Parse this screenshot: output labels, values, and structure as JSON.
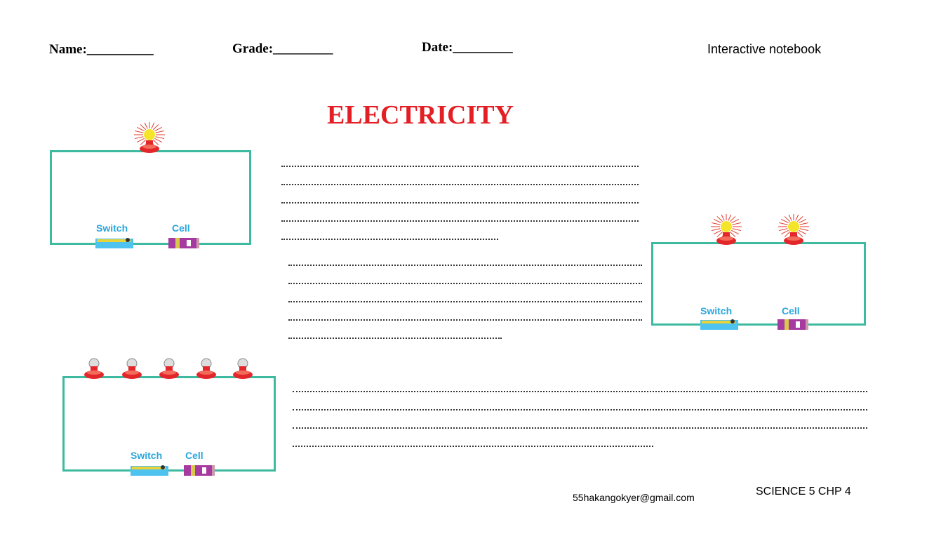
{
  "header": {
    "name_label": "Name:__________",
    "grade_label": "Grade:_________",
    "date_label": "Date:_________",
    "notebook_label": "Interactive notebook"
  },
  "title": "ELECTRICITY",
  "circuits": {
    "switch_label": "Switch",
    "cell_label": "Cell"
  },
  "footer": {
    "email": "55hakangokyer@gmail.com",
    "chapter": "SCIENCE 5 CHP 4"
  },
  "colors": {
    "title": "#e31e24",
    "wire": "#3dbaa0",
    "label": "#2aa6dc"
  }
}
